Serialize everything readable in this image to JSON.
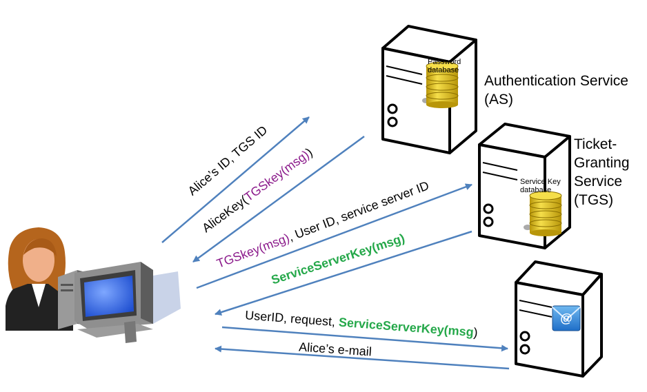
{
  "services": {
    "as": {
      "title_line1": "Authentication Service",
      "title_line2": "(AS)",
      "db_line1": "Password",
      "db_line2": "database"
    },
    "tgs": {
      "title_line1": "Ticket-",
      "title_line2": "Granting",
      "title_line3": "Service",
      "title_line4": "(TGS)",
      "db_line1": "Service Key",
      "db_line2": "database"
    },
    "mail": {
      "icon": "email-icon",
      "glyph": "@"
    }
  },
  "messages": {
    "m1": "Alice’s ID, TGS ID",
    "m2_prefix": "AliceKey(",
    "m2_key": "TGSkey(msg)",
    "m2_suffix": ")",
    "m3_key": "TGSkey(msg)",
    "m3_rest": ", User ID,  service server ID",
    "m4": "ServiceServerKey(msg)",
    "m5_prefix": "UserID, request, ",
    "m5_key": "ServiceServerKey(msg",
    "m5_suffix": ")",
    "m6": "Alice’s e-mail"
  },
  "colors": {
    "arrow": "#4f81bd",
    "purple_text": "#8b1a8b",
    "green_text": "#25a84a",
    "db_gold": "#e6c41a",
    "screen_blue": "#3a6ee8"
  }
}
